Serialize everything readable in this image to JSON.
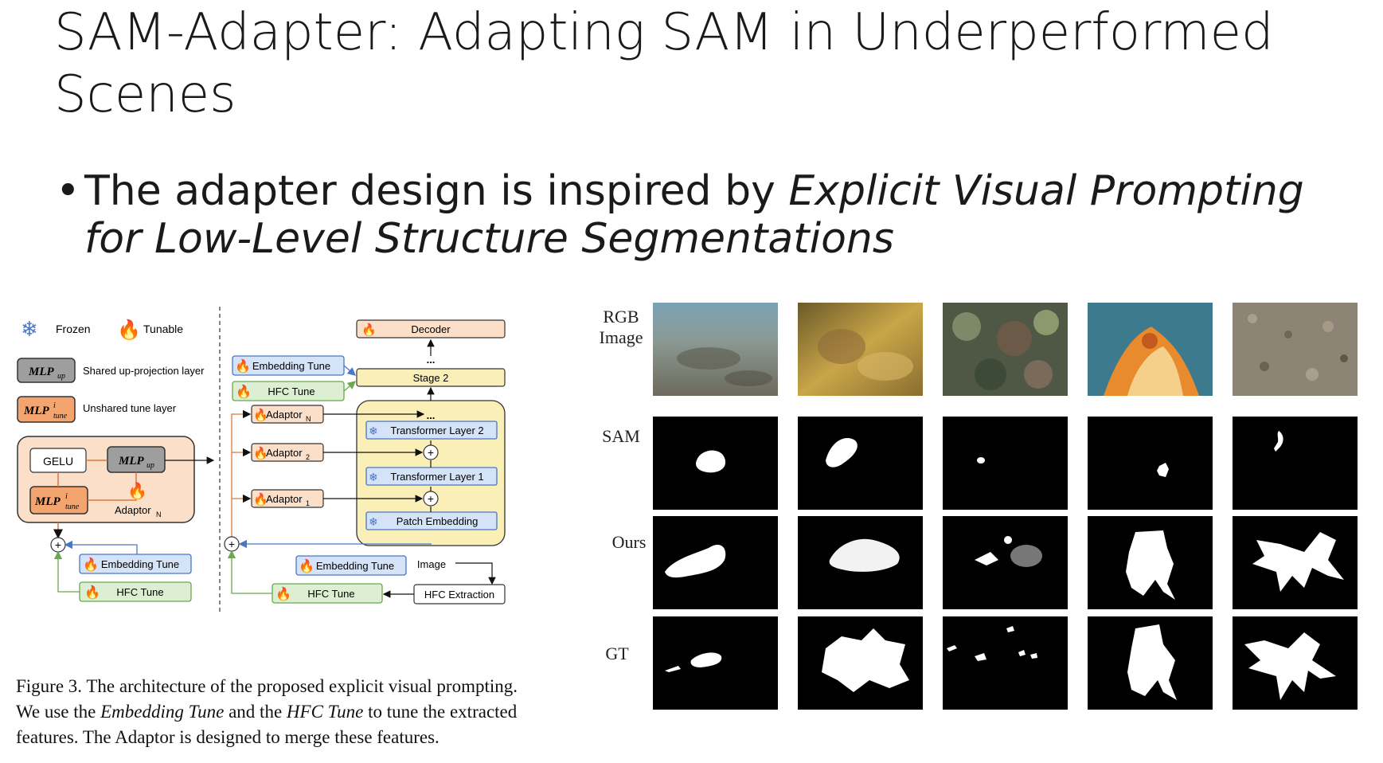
{
  "slide": {
    "title": "SAM-Adapter: Adapting SAM in Underperformed Scenes",
    "bullet_prefix": "The adapter design is inspired by ",
    "bullet_italic": "Explicit Visual Prompting for Low-Level Structure Segmentations"
  },
  "figure": {
    "legend": {
      "frozen": "Frozen",
      "tunable": "Tunable",
      "mlp_up": "MLP",
      "mlp_up_sub": "up",
      "mlp_up_desc": "Shared up-projection layer",
      "mlp_tune": "MLP",
      "mlp_tune_sup": "i",
      "mlp_tune_sub": "tune",
      "mlp_tune_desc": "Unshared tune layer"
    },
    "adaptor_detail": {
      "gelu": "GELU",
      "mlp_up": "MLP",
      "mlp_up_sub": "up",
      "mlp_tune": "MLP",
      "mlp_tune_sup": "i",
      "mlp_tune_sub": "tune",
      "adaptor": "Adaptor",
      "adaptor_sub": "N",
      "embedding_tune": "Embedding Tune",
      "hfc_tune": "HFC Tune"
    },
    "pipeline": {
      "decoder": "Decoder",
      "dots": "...",
      "stage2": "Stage 2",
      "embedding_tune_top": "Embedding Tune",
      "hfc_tune_top": "HFC Tune",
      "adaptor_n": "Adaptor",
      "adaptor_n_sub": "N",
      "adaptor_2": "Adaptor",
      "adaptor_2_sub": "2",
      "adaptor_1": "Adaptor",
      "adaptor_1_sub": "1",
      "transformer_2": "Transformer Layer 2",
      "transformer_1": "Transformer Layer 1",
      "patch_embedding": "Patch Embedding",
      "embedding_tune_bottom": "Embedding Tune",
      "image": "Image",
      "hfc_tune_bottom": "HFC Tune",
      "hfc_extraction": "HFC Extraction"
    },
    "caption_line1": "Figure 3. The architecture of the proposed explicit visual prompting.",
    "caption_line2_a": "We use the ",
    "caption_line2_b": "Embedding Tune",
    "caption_line2_c": " and the ",
    "caption_line2_d": "HFC Tune",
    "caption_line2_e": " to tune the extracted",
    "caption_line3": "features. The Adaptor is designed to merge these features."
  },
  "results": {
    "row_labels": {
      "rgb_line1": "RGB",
      "rgb_line2": "Image",
      "sam": "SAM",
      "ours": "Ours",
      "gt": "GT"
    }
  },
  "colors": {
    "orange_fill": "#f7c9a8",
    "orange_stroke": "#d9793a",
    "blue_fill": "#d4e3f7",
    "blue_stroke": "#4a76c4",
    "green_fill": "#dcefd2",
    "green_stroke": "#6aa84f",
    "yellow_fill": "#fbefb8",
    "gray_fill": "#9e9e9e",
    "peach_fill": "#fbdfc9"
  }
}
